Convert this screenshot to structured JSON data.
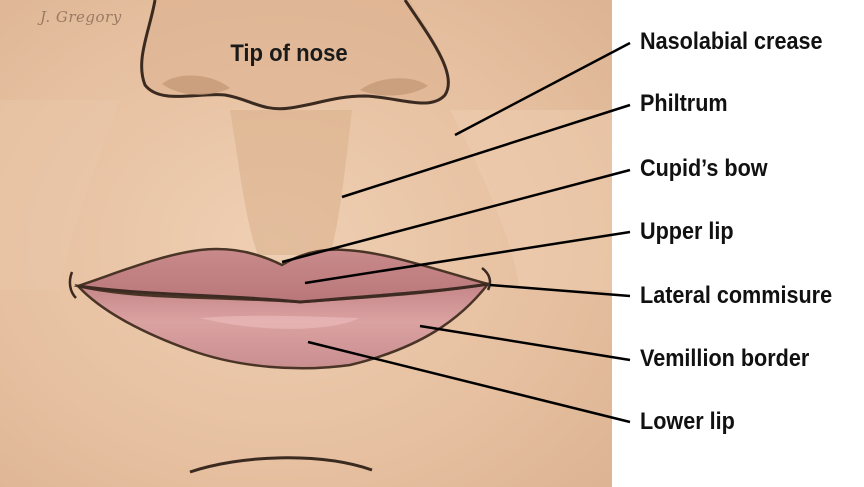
{
  "signature": "J. Gregory",
  "nose_label": "Tip of nose",
  "callouts": [
    "Nasolabial crease",
    "Philtrum",
    "Cupid’s bow",
    "Upper lip",
    "Lateral commisure",
    "Vemillion border",
    "Lower lip"
  ],
  "colors": {
    "skin": "#e8c3a2",
    "skin_shadow": "#d4a882",
    "lip": "#d6999a",
    "lip_dark": "#b97a7c",
    "outline": "#4a3426",
    "leader_line": "#000000"
  }
}
